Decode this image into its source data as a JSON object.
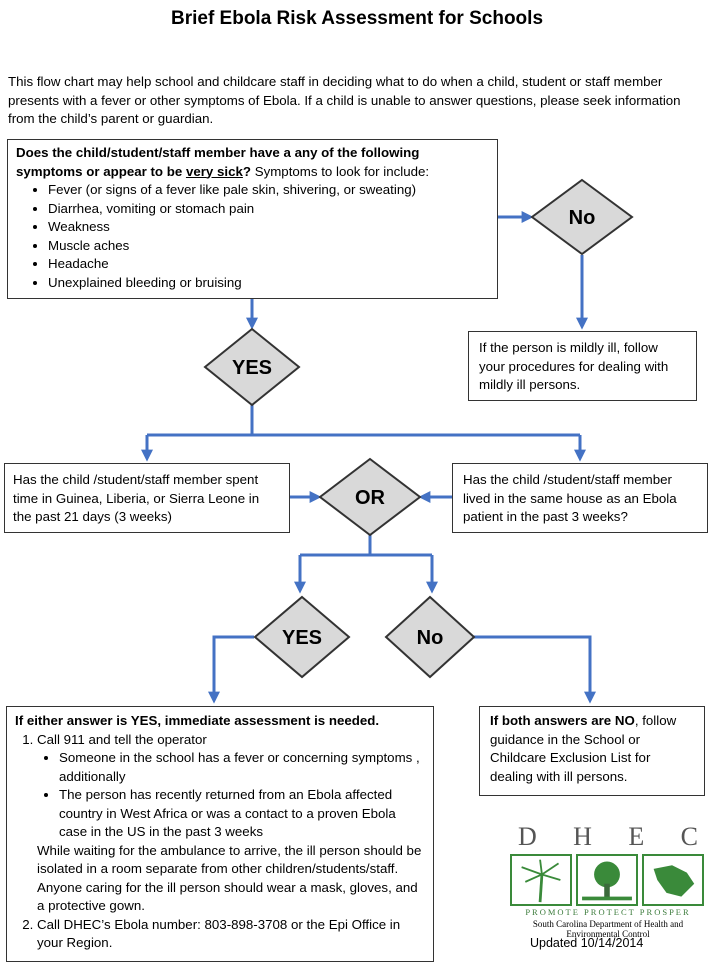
{
  "title": "Brief Ebola Risk Assessment for Schools",
  "intro": "This flow chart may help school and childcare staff in deciding what to do when a child, student or staff member presents with a fever or other symptoms of Ebola. If a child is unable to answer questions, please seek information from the child’s parent or guardian.",
  "q1": {
    "lead_a": "Does the child/student/staff member have a any of the following symptoms or appear to be ",
    "lead_b": "very sick",
    "lead_c": "?",
    "lead_d": "  Symptoms to look for include:",
    "symptoms": [
      "Fever (or signs of a fever like pale skin, shivering, or sweating)",
      "Diarrhea, vomiting or stomach pain",
      "Weakness",
      "Muscle aches",
      "Headache",
      "Unexplained bleeding or bruising"
    ]
  },
  "diamonds": {
    "no1": "No",
    "yes1": "YES",
    "or": "OR",
    "yes2": "YES",
    "no2": "No"
  },
  "mild": "If the person is mildly ill, follow your procedures for dealing with mildly ill persons.",
  "q_travel": "Has the child /student/staff member spent time in Guinea, Liberia, or Sierra Leone in the past 21 days (3 weeks)",
  "q_contact": "Has the child /student/staff member lived in the same house as an Ebola patient in the past 3 weeks?",
  "yes_box": {
    "heading": "If either answer is YES, immediate assessment is needed.",
    "step1": "Call 911 and tell the operator",
    "bullet1": "Someone in the school has a fever  or concerning symptoms  , additionally",
    "bullet2": "The person has recently returned from an Ebola affected country in West Africa or was a contact to a proven Ebola case in the US in the past 3 weeks",
    "waiting": "While waiting for the ambulance to arrive, the ill person should be isolated in a room separate from other children/students/staff.  Anyone caring for the ill person should wear a mask, gloves, and a protective gown.",
    "step2": "Call DHEC’s Ebola number: 803-898-3708 or the Epi Office in your Region."
  },
  "no_box": {
    "bold": "If both answers are NO",
    "rest": ", follow guidance in the School or Childcare Exclusion List for dealing with ill persons."
  },
  "logo": {
    "letters": [
      "D",
      "H",
      "E",
      "C"
    ],
    "tagline": "PROMOTE PROTECT PROSPER",
    "org": "South Carolina Department of Health and Environmental Control"
  },
  "updated": "Updated 10/14/2014",
  "colors": {
    "arrow": "#4472C4",
    "diamond_fill": "#D9D9D9",
    "diamond_stroke": "#333333",
    "logo_green": "#3a8a3a"
  }
}
